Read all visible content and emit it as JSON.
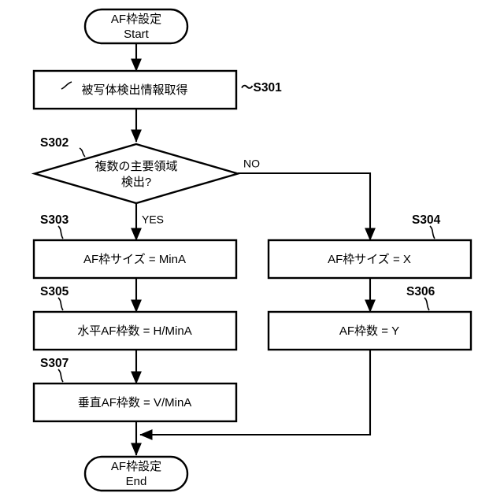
{
  "diagram": {
    "title": "AF frame setting flowchart",
    "colors": {
      "background": "#ffffff",
      "stroke": "#000000",
      "text": "#000000"
    },
    "start": {
      "line1": "AF枠設定",
      "line2": "Start"
    },
    "end": {
      "line1": "AF枠設定",
      "line2": "End"
    },
    "decision": {
      "line1": "複数の主要領域",
      "line2": "検出?",
      "step": "S302",
      "yes_label": "YES",
      "no_label": "NO"
    },
    "steps": [
      {
        "id": "s301",
        "step": "～S301",
        "text": "被写体検出情報取得"
      },
      {
        "id": "s303",
        "step": "S303",
        "text": "AF枠サイズ = MinA"
      },
      {
        "id": "s304",
        "step": "S304",
        "text": "AF枠サイズ = X"
      },
      {
        "id": "s305",
        "step": "S305",
        "text": "水平AF枠数 = H/MinA"
      },
      {
        "id": "s306",
        "step": "S306",
        "text": "AF枠数 = Y"
      },
      {
        "id": "s307",
        "step": "S307",
        "text": "垂直AF枠数 = V/MinA"
      }
    ]
  }
}
